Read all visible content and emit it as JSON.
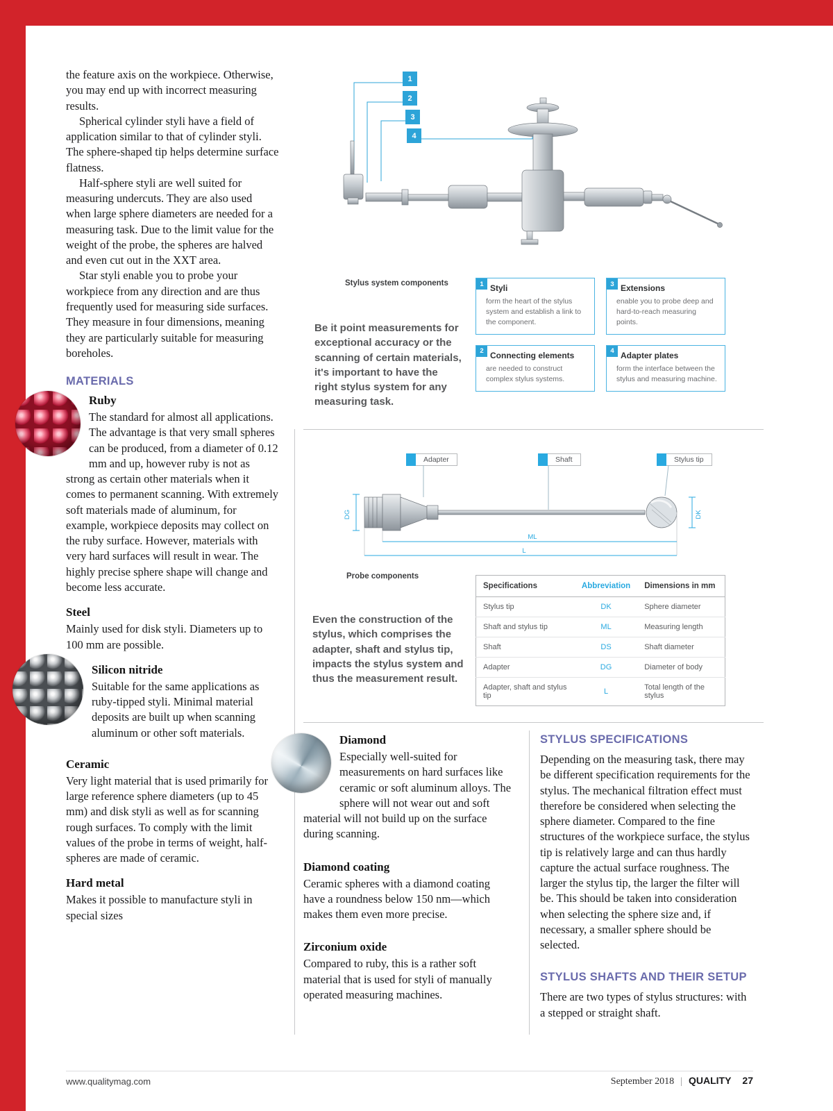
{
  "footer": {
    "website": "www.qualitymag.com",
    "issue_date": "September 2018",
    "separator": "|",
    "magazine_name": "QUALITY",
    "page_number": "27"
  },
  "left_column": {
    "paragraphs": [
      "the feature axis on the workpiece. Otherwise, you may end up with incorrect measuring results.",
      "Spherical cylinder styli have a field of application similar to that of cylinder styli. The sphere-shaped tip helps determine surface flatness.",
      "Half-sphere styli are well suited for measuring undercuts. They are also used when large sphere diameters are needed for a measuring task. Due to the limit value for the weight of the probe, the spheres are halved and even cut out in the XXT area.",
      "Star styli enable you to probe your workpiece from any direction and are thus frequently used for measuring side surfaces. They measure in four dimensions, meaning they are particularly suitable for measuring boreholes."
    ],
    "materials_heading": "MATERIALS",
    "materials": {
      "ruby": {
        "name": "Ruby",
        "text": "The standard for almost all applications. The advantage is that very small spheres can be produced, from a diameter of 0.12 mm and up, however ruby is not as strong as certain other materials when it comes to permanent scanning. With extremely soft materials made of aluminum, for example, workpiece deposits may collect on the ruby surface. However, materials with very hard surfaces will result in wear. The highly precise sphere shape will change and become less accurate."
      },
      "steel": {
        "name": "Steel",
        "text": "Mainly used for disk styli. Diameters up to 100 mm are possible."
      },
      "silicon_nitride": {
        "name": "Silicon nitride",
        "text": "Suitable for the same applications as ruby-tipped styli. Minimal material deposits are built up when scanning aluminum or other soft materials."
      },
      "ceramic": {
        "name": "Ceramic",
        "text": "Very light material that is used primarily for large reference sphere diameters (up to 45 mm) and disk styli as well as for scanning rough surfaces. To comply with the limit values of the probe in terms of weight, half-spheres are made of ceramic."
      },
      "hard_metal": {
        "name": "Hard metal",
        "text": "Makes it possible to manufacture styli in special sizes"
      }
    }
  },
  "stylus_system": {
    "label": "Stylus system components",
    "intro": "Be it point measurements for exceptional accuracy or the scanning of certain materials, it's important to have the right stylus system for any measuring task.",
    "callout_numbers": [
      "1",
      "2",
      "3",
      "4"
    ],
    "components": [
      {
        "number": "1",
        "title": "Styli",
        "description": "form the heart of the stylus system and establish a link to the component."
      },
      {
        "number": "3",
        "title": "Extensions",
        "description": "enable you to probe deep and hard-to-reach measuring points."
      },
      {
        "number": "2",
        "title": "Connecting elements",
        "description": "are needed to construct complex stylus systems."
      },
      {
        "number": "4",
        "title": "Adapter plates",
        "description": "form the interface between the stylus and measuring machine."
      }
    ]
  },
  "probe": {
    "label": "Probe components",
    "intro": "Even the construction of the stylus, which comprises the adapter, shaft and stylus tip, impacts the stylus system and thus the measurement result.",
    "diagram_labels": {
      "adapter": "Adapter",
      "shaft": "Shaft",
      "stylus_tip": "Stylus tip"
    },
    "dimension_labels": {
      "dg": "DG",
      "ml": "ML",
      "l": "L",
      "dk": "DK"
    },
    "table": {
      "headers": [
        "Specifications",
        "Abbreviation",
        "Dimensions in mm"
      ],
      "rows": [
        {
          "spec": "Stylus tip",
          "abbr": "DK",
          "dim": "Sphere diameter"
        },
        {
          "spec": "Shaft and stylus tip",
          "abbr": "ML",
          "dim": "Measuring length"
        },
        {
          "spec": "Shaft",
          "abbr": "DS",
          "dim": "Shaft diameter"
        },
        {
          "spec": "Adapter",
          "abbr": "DG",
          "dim": "Diameter of body"
        },
        {
          "spec": "Adapter, shaft and stylus tip",
          "abbr": "L",
          "dim": "Total length of the stylus"
        }
      ]
    }
  },
  "bottom_middle": {
    "sections": [
      {
        "name": "Diamond",
        "text": "Especially well-suited for measurements on hard surfaces like ceramic or soft aluminum alloys. The sphere will not wear out and soft material will not build up on the surface during scanning."
      },
      {
        "name": "Diamond coating",
        "text": "Ceramic spheres with a diamond coating have a roundness below 150 nm—which makes them even more precise."
      },
      {
        "name": "Zirconium oxide",
        "text": "Compared to ruby, this is a rather soft material that is used for styli of manually operated measuring machines."
      }
    ]
  },
  "bottom_right": {
    "sections": [
      {
        "heading": "STYLUS SPECIFICATIONS",
        "text": "Depending on the measuring task, there may be different specification requirements for the stylus. The mechanical filtration effect must therefore be considered when selecting the sphere diameter. Compared to the fine structures of the workpiece surface, the stylus tip is relatively large and can thus hardly capture the actual surface roughness. The larger the stylus tip, the larger the filter will be. This should be taken into consideration when selecting the sphere size and, if necessary, a smaller sphere should be selected."
      },
      {
        "heading": "STYLUS SHAFTS AND THEIR SETUP",
        "text": "There are two types of stylus structures: with a stepped or straight shaft."
      }
    ]
  },
  "colors": {
    "accent_red": "#d2232a",
    "heading_purple": "#6a6bac",
    "diagram_blue": "#29a9e0"
  }
}
